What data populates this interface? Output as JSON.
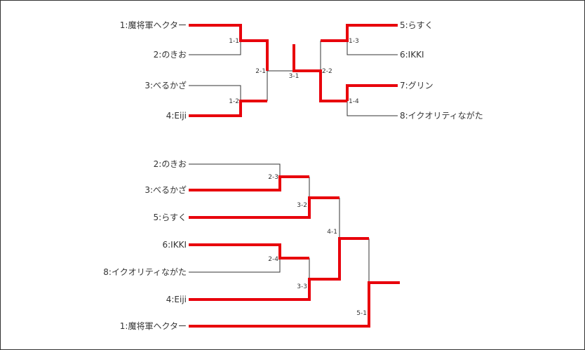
{
  "colors": {
    "win": "#e8000b",
    "line": "#333333",
    "text": "#333333"
  },
  "winners_bracket": {
    "left": [
      {
        "label": "1:魔将軍ヘクター"
      },
      {
        "label": "2:のきお"
      },
      {
        "label": "3:べるかざ"
      },
      {
        "label": "4:Eiji"
      }
    ],
    "right": [
      {
        "label": "5:らすく"
      },
      {
        "label": "6:IKKI"
      },
      {
        "label": "7:グリン"
      },
      {
        "label": "8:イクオリティながた"
      }
    ],
    "matches": [
      "1-1",
      "1-2",
      "2-1",
      "3-1",
      "2-2",
      "1-3",
      "1-4"
    ]
  },
  "losers_bracket": {
    "entries": [
      {
        "label": "2:のきお"
      },
      {
        "label": "3:べるかざ"
      },
      {
        "label": "5:らすく"
      },
      {
        "label": "6:IKKI"
      },
      {
        "label": "8:イクオリティながた"
      },
      {
        "label": "4:Eiji"
      },
      {
        "label": "1:魔将軍ヘクター"
      }
    ],
    "matches": [
      "2-3",
      "3-2",
      "4-1",
      "2-4",
      "3-3",
      "5-1"
    ]
  }
}
